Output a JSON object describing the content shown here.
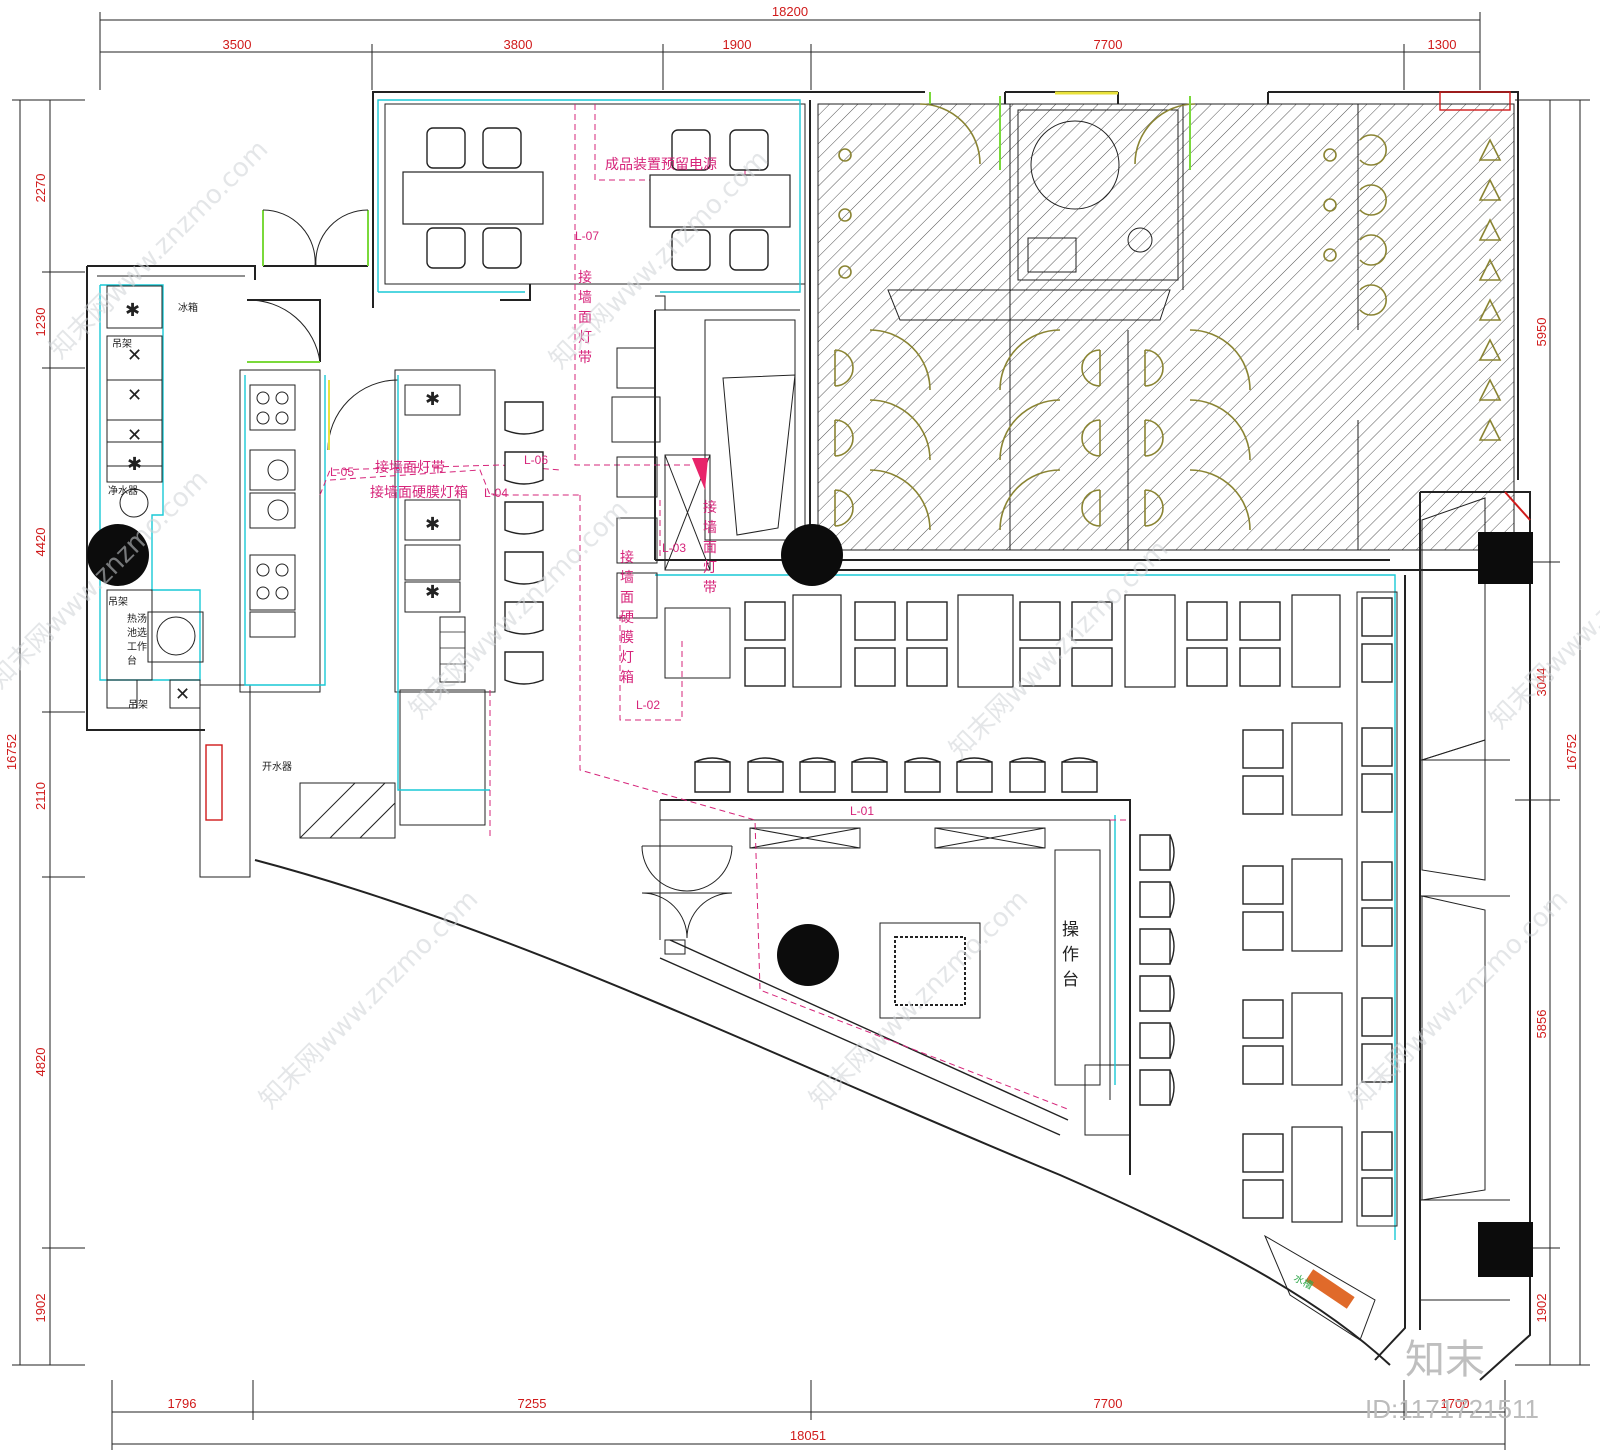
{
  "dimensions": {
    "top_total": "18200",
    "top_segments": [
      "3500",
      "3800",
      "1900",
      "7700",
      "1300"
    ],
    "bottom_total": "18051",
    "bottom_segments": [
      "1796",
      "7255",
      "7700",
      "1700"
    ],
    "left_total": "16752",
    "left_segments": [
      "2270",
      "1230",
      "4420",
      "2110",
      "4820",
      "1902"
    ],
    "right_total": "16752",
    "right_segments": [
      "5950",
      "3044",
      "5856",
      "1902"
    ]
  },
  "labels": {
    "power_note": "成品装置预留电源",
    "wall_light_strip": "接墙面灯带",
    "wall_light_strip_2": "接墙面灯带",
    "wall_hard_film_box": "接墙面硬膜灯箱",
    "wall_light_strip_vertical": "接墙面灯带",
    "wall_hard_film_box_vertical": "接墙面硬膜灯箱",
    "fridge": "冰箱",
    "rack": "吊架",
    "rack_2": "吊架",
    "rack_3": "吊架",
    "water_purifier": "净水器",
    "soup_station": "热汤池选工作台",
    "water_boiler": "开水器",
    "operation_area": "操作台",
    "water_mark": "水槽"
  },
  "circuit_tags": [
    "L-01",
    "L-02",
    "L-03",
    "L-04",
    "L-05",
    "L-06",
    "L-07"
  ],
  "watermark": {
    "site": "知末网www.znzmo.com",
    "brand": "知末",
    "id": "ID:1171721511"
  }
}
